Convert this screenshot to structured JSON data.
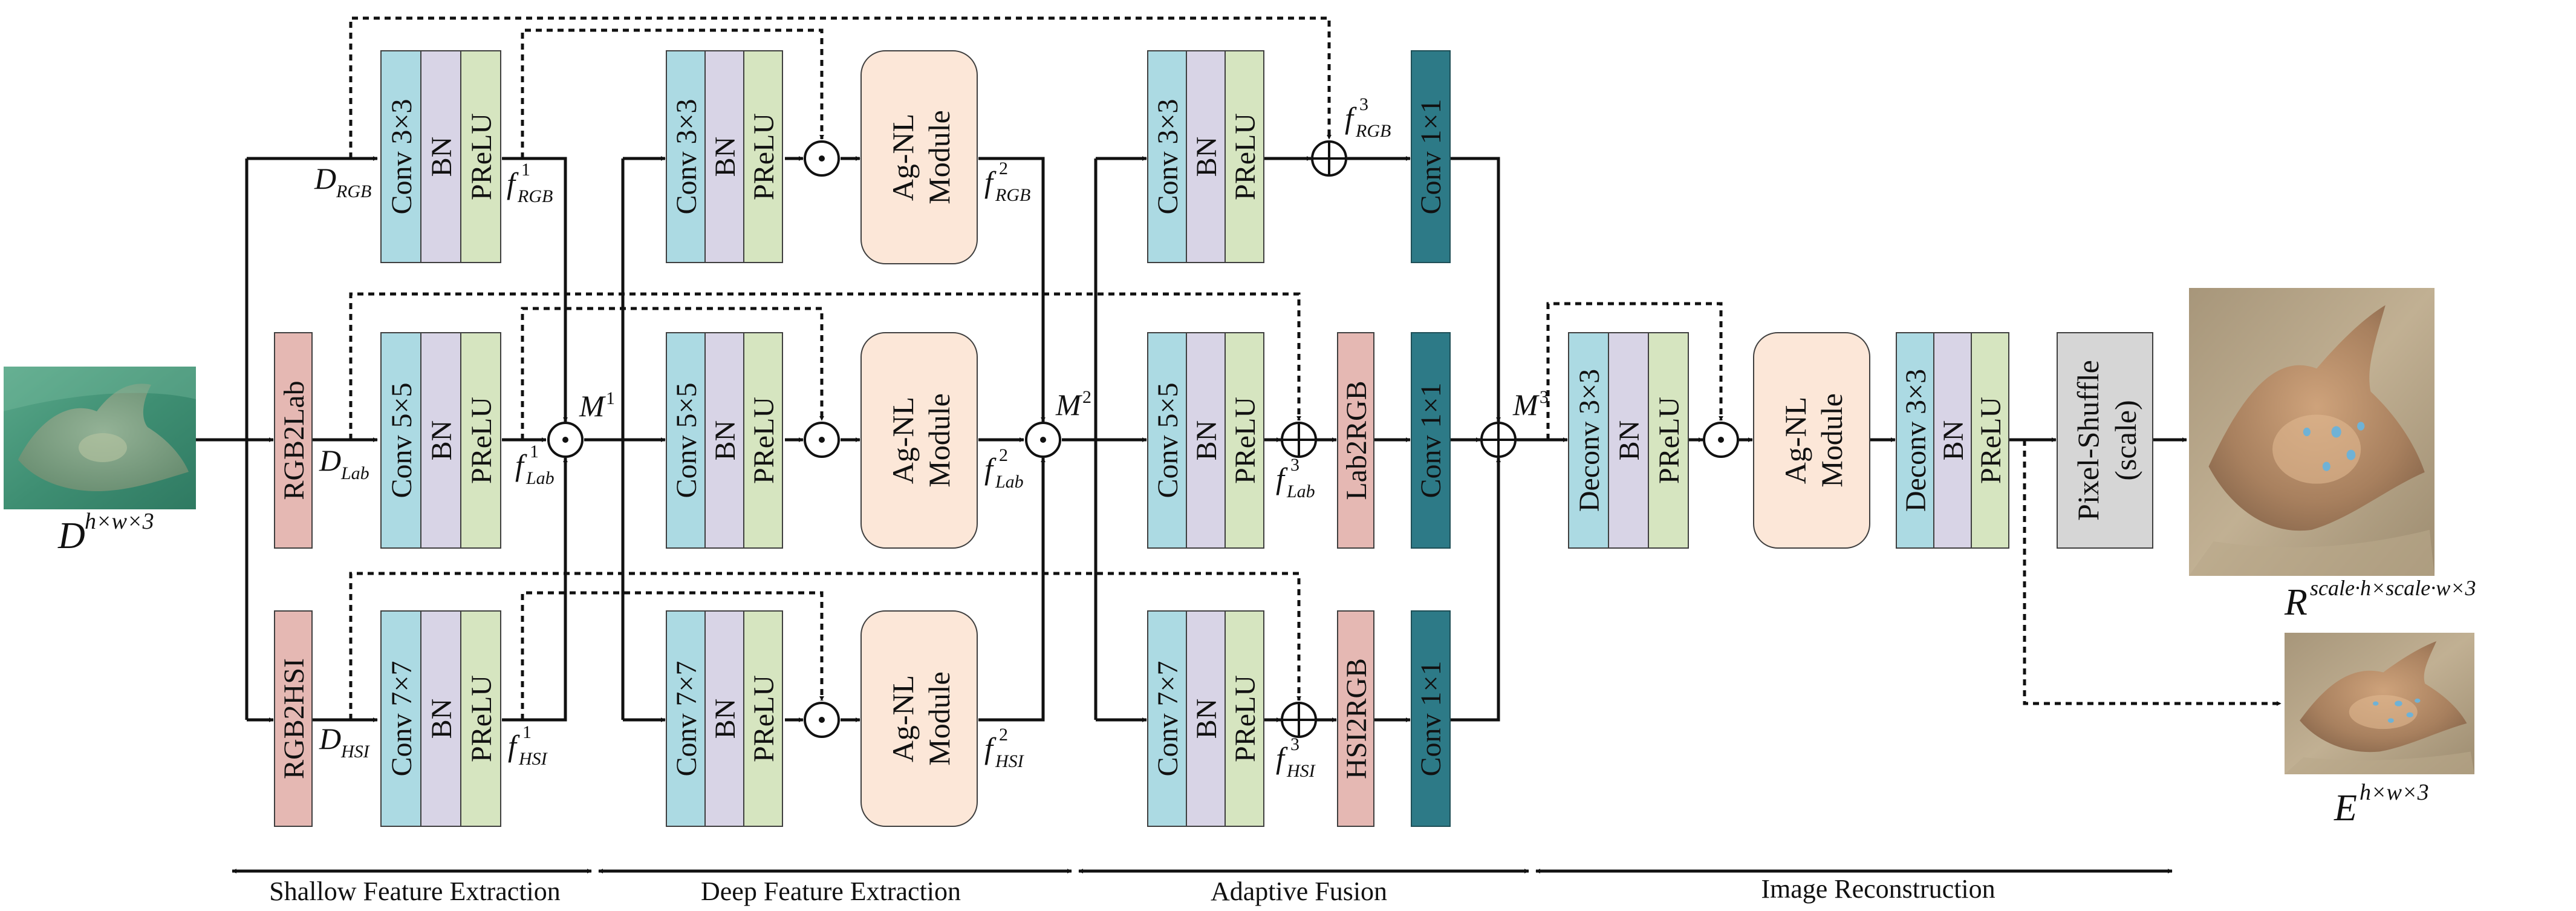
{
  "colors": {
    "conv": "#acdae3",
    "bn": "#d8d4e6",
    "prelu": "#d6e5c0",
    "convert": "#e5b8b3",
    "agnl": "#fce7d8",
    "conv1x1": "#2d7a87",
    "pixelshuffle": "#d6d6d6",
    "line": "#111111",
    "block_stroke": "#3f3f3f"
  },
  "labels": {
    "conv3": "Conv 3×3",
    "conv5": "Conv 5×5",
    "conv7": "Conv 7×7",
    "bn": "BN",
    "prelu": "PReLU",
    "conv1": "Conv 1×1",
    "agnl_line1": "Ag-NL",
    "agnl_line2": "Module",
    "rgb2lab": "RGB2Lab",
    "rgb2hsi": "RGB2HSI",
    "lab2rgb": "Lab2RGB",
    "hsi2rgb": "HSI2RGB",
    "deconv": "Deconv 3×3",
    "pixelshuffle_line1": "Pixel-Shuffle",
    "pixelshuffle_line2": "(scale)"
  },
  "symbols": {
    "D": "D",
    "R": "R",
    "E": "E",
    "M": "M",
    "f": "f",
    "hw3": "h×w×3",
    "scale_sup": "scale·h×scale·w×3",
    "sub_rgb": "RGB",
    "sub_lab": "Lab",
    "sub_hsi": "HSI",
    "one": "1",
    "two": "2",
    "three": "3",
    "mult": "⊙",
    "plus": "⊕"
  },
  "stages": [
    "Shallow Feature Extraction",
    "Deep Feature Extraction",
    "Adaptive Fusion",
    "Image Reconstruction"
  ],
  "images": {
    "input": "underwater input image of a stingray",
    "output_large": "enhanced high-resolution stingray image",
    "output_small": "enhanced stingray image"
  }
}
